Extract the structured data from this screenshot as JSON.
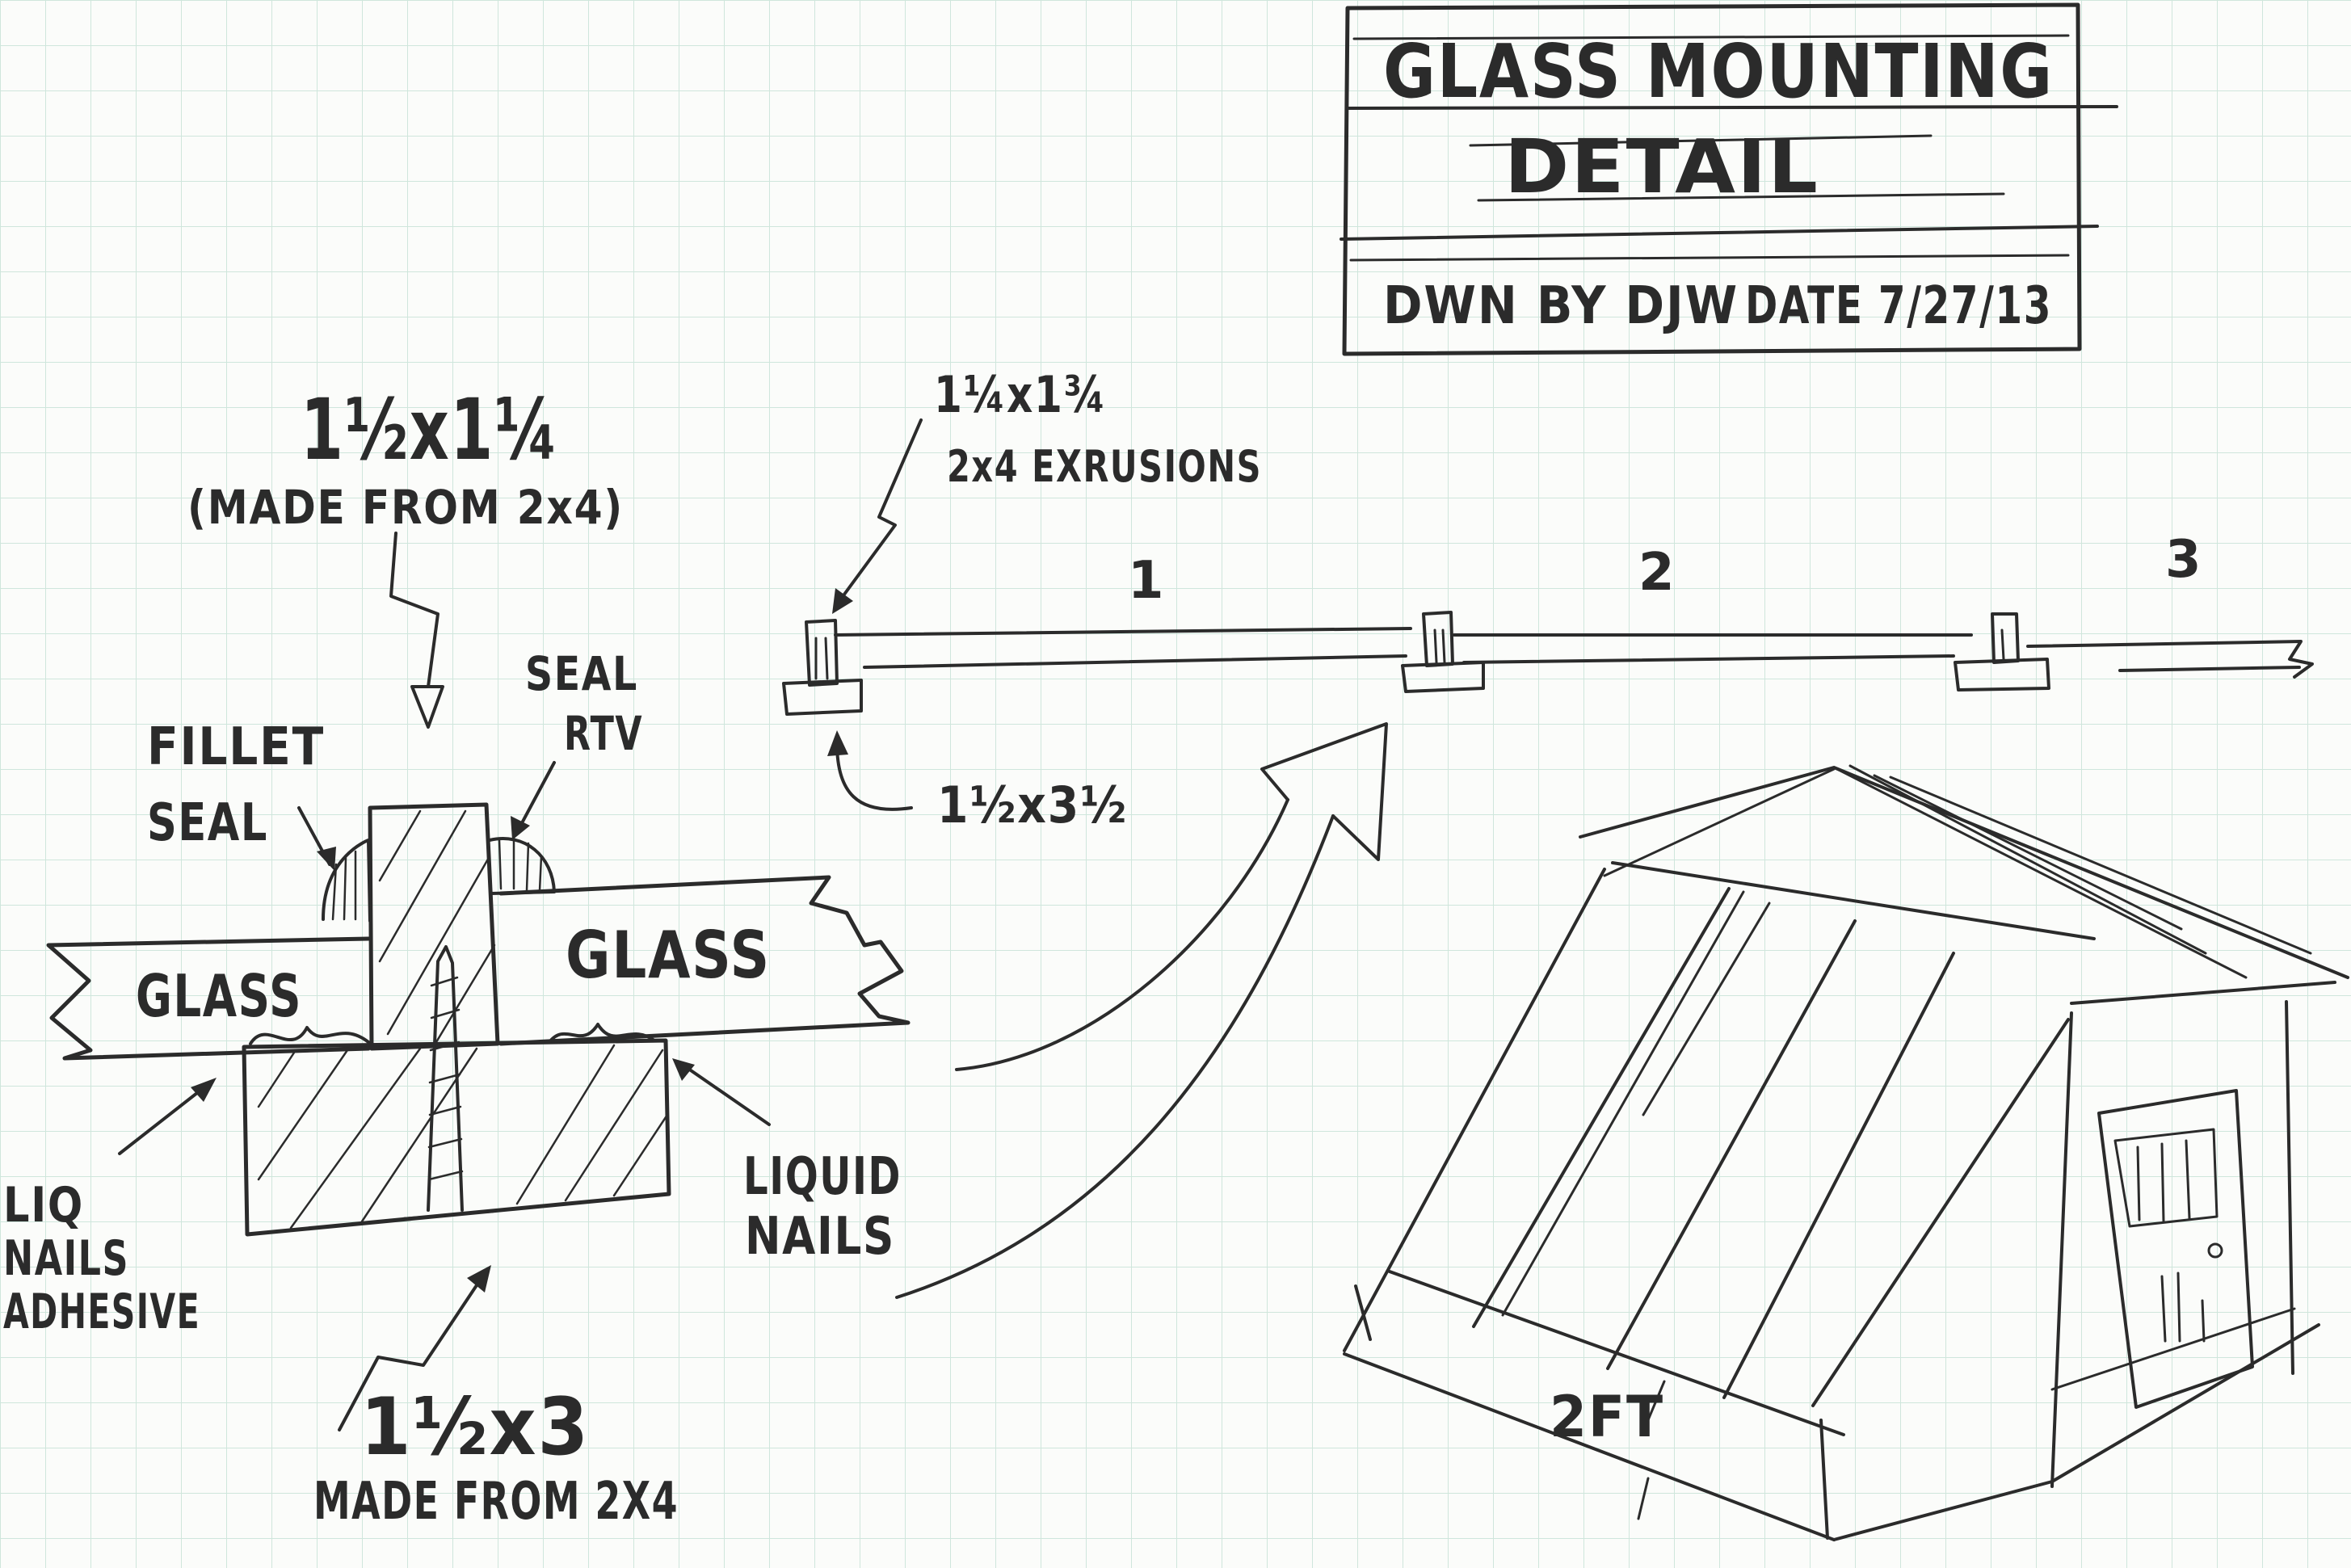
{
  "colors": {
    "paper": "#fbfcfa",
    "grid": "#cfe6dc",
    "ink": "#2b2b2b"
  },
  "title_block": {
    "title_line1": "GLASS MOUNTING",
    "title_line2": "DETAIL",
    "drawn_by": "DWN BY DJW",
    "date": "DATE 7/27/13"
  },
  "section_detail": {
    "top_member": "1½x1¼",
    "top_member_note": "(MADE FROM 2x4)",
    "seal_label": "SEAL",
    "rtv_label": "RTV",
    "fillet_label": "FILLET",
    "fillet_seal_label": "SEAL",
    "glass_left": "GLASS",
    "glass_right": "GLASS",
    "liq_label": "LIQ",
    "nails_label": "NAILS",
    "adhesive_label": "ADHESIVE",
    "liquid_label": "LIQUID",
    "liquid_nails_label": "NAILS",
    "base_member": "1½x3",
    "base_member_note": "MADE FROM 2X4"
  },
  "extrusion_view": {
    "top_dim": "1¼x1¾",
    "top_note": "2x4 EXRUSIONS",
    "base_dim": "1½x3½",
    "panel_1": "1",
    "panel_2": "2",
    "panel_3": "3"
  },
  "greenhouse": {
    "width_label": "2FT"
  }
}
